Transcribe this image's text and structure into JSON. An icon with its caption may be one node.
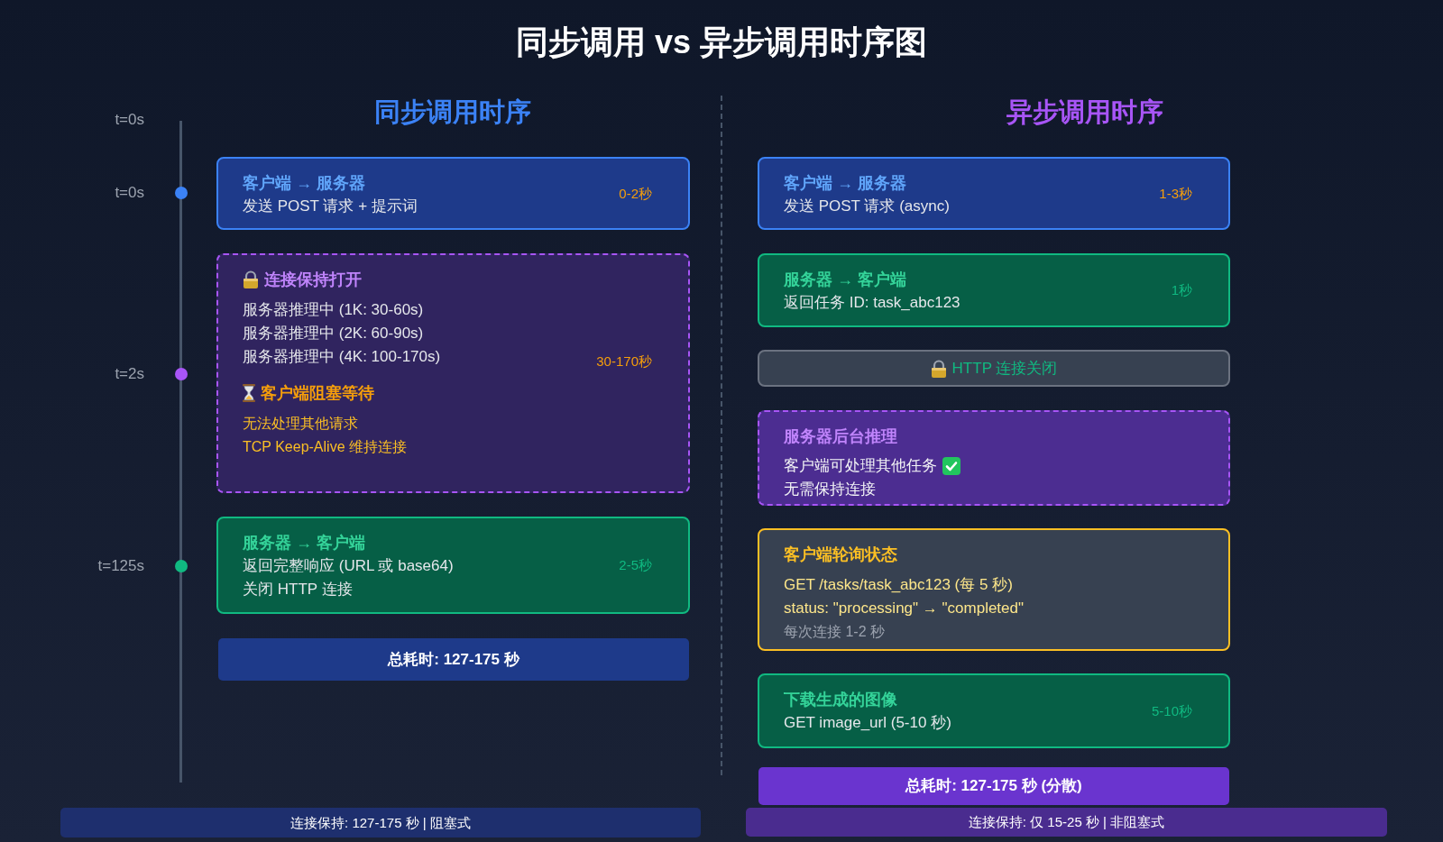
{
  "diagram": {
    "title": "同步调用 vs 异步调用时序图",
    "nodes": [
      {
        "text": [
          "客户端 → 服务器",
          "发送 POST 请求 + 提示词",
          "0-2秒"
        ]
      },
      {
        "text": [
          "连接保持打开",
          "服务器推理中 (1K: 30-60s)",
          "服务器推理中 (2K: 60-90s)",
          "服务器推理中 (4K: 100-170s)",
          "客户端阻塞等待",
          "无法处理其他请求",
          "TCP Keep-Alive 维持连接",
          "30-170秒"
        ]
      },
      {
        "text": [
          "服务器 → 客户端",
          "返回完整响应 (URL 或 base64)",
          "关闭 HTTP 连接",
          "2-5秒"
        ]
      },
      {
        "text": [
          "总耗时: 127-175 秒"
        ]
      },
      {
        "text": [
          "客户端 → 服务器",
          "发送 POST 请求 (async)",
          "1-3秒"
        ]
      },
      {
        "text": [
          "服务器 → 客户端",
          "返回任务 ID: task_abc123",
          "1秒"
        ]
      },
      {
        "text": [
          "HTTP 连接关闭"
        ]
      },
      {
        "text": [
          "服务器后台推理",
          "客户端可处理其他任务",
          "无需保持连接"
        ]
      },
      {
        "text": [
          "客户端轮询状态",
          "GET /tasks/task_abc123 (每 5 秒)",
          "status: \"processing\" → \"completed\"",
          "每次连接 1-2 秒"
        ]
      },
      {
        "text": [
          "下载生成的图像",
          "GET image_url (5-10 秒)",
          "5-10秒"
        ]
      },
      {
        "text": [
          "总耗时: 127-175 秒 (分散)"
        ]
      },
      {
        "text": [
          "连接保持: 127-175 秒 | 阻塞式"
        ]
      },
      {
        "text": [
          "连接保持: 仅 15-25 秒 | 非阻塞式"
        ]
      }
    ],
    "labels": [
      "t=0s",
      "同步调用时序",
      "异步调用时序",
      "t=0s",
      "t=2s",
      "t=125s"
    ]
  }
}
